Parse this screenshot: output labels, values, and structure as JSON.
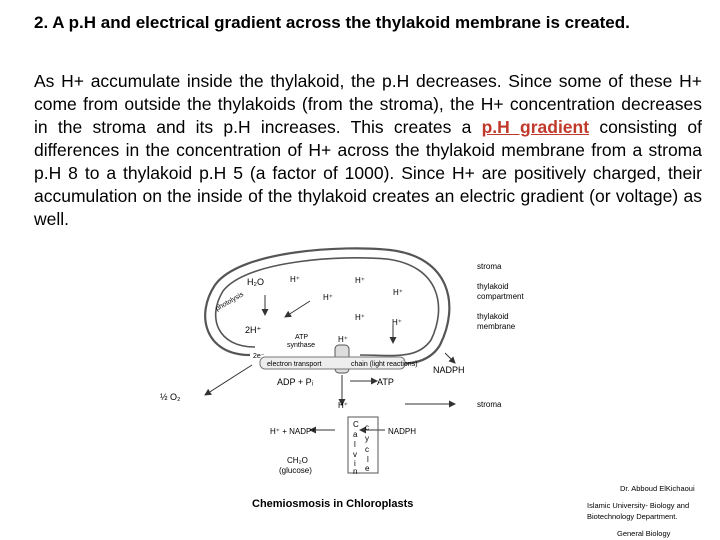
{
  "heading": "2.  A p.H and electrical gradient across the thylakoid membrane is created.",
  "paragraph": {
    "before": "As H+ accumulate inside the thylakoid, the p.H decreases. Since some of these H+ come from outside the thylakoids (from the stroma), the H+ concentration decreases in the stroma and its p.H increases. This creates a ",
    "highlight": "p.H gradient",
    "after": " consisting of differences in the concentration of H+ across the thylakoid membrane from a stroma p.H 8 to a thylakoid p.H 5 (a factor of 1000). Since H+ are positively charged, their accumulation on the inside of the thylakoid creates an electric gradient (or voltage) as well."
  },
  "diagram": {
    "labels": {
      "stroma_top": "stroma",
      "thylakoid_compartment_1": "thylakoid",
      "thylakoid_compartment_2": "compartment",
      "thylakoid_membrane_1": "thylakoid",
      "thylakoid_membrane_2": "membrane",
      "stroma_bottom": "stroma",
      "photolysis": "photolysis",
      "h2o": "H₂O",
      "two_h": "2H⁺",
      "atp_synthase_1": "ATP",
      "atp_synthase_2": "synthase",
      "e_minus": "2e⁻",
      "electron_transport": "electron transport",
      "chain": "chain (light reactions)",
      "adp_pi": "ADP + Pᵢ",
      "atp": "ATP",
      "nadph_right": "NADPH",
      "half_o2": "½ O₂",
      "h_nadp": "H⁺ + NADP⁺",
      "nadph_bottom": "NADPH",
      "ch2o_1": "CH₂O",
      "ch2o_2": "(glucose)",
      "h_plus": "H⁺",
      "calvin": [
        "C",
        "a",
        "l",
        "v",
        "i",
        "n"
      ],
      "cycle": [
        "c",
        "y",
        "c",
        "l",
        "e"
      ]
    }
  },
  "caption": "Chemiosmosis in Chloroplasts",
  "credits": {
    "line1": "Dr. Abboud ElKichaoui",
    "line2": "Islamic University- Biology and Biotechnology Department.",
    "line3": "General Biology"
  },
  "colors": {
    "highlight": "#c0392b",
    "membrane": "#555555"
  }
}
